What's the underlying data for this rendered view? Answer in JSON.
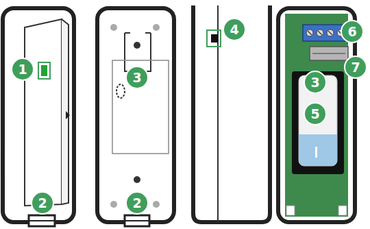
{
  "diagram": {
    "labels": [
      "1",
      "2",
      "3",
      "2",
      "4",
      "3",
      "5",
      "6",
      "7"
    ]
  }
}
